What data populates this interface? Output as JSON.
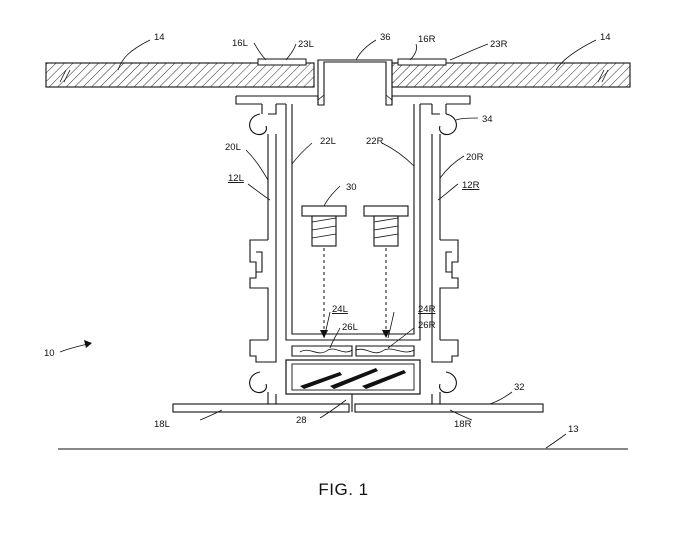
{
  "caption": "FIG. 1",
  "labels": {
    "l14_left": "14",
    "l14_right": "14",
    "l16L": "16L",
    "l23L": "23L",
    "l36": "36",
    "l16R": "16R",
    "l23R": "23R",
    "l34": "34",
    "l20L": "20L",
    "l22L": "22L",
    "l22R": "22R",
    "l20R": "20R",
    "l12L": "12L",
    "l12R": "12R",
    "l30": "30",
    "l24L": "24L",
    "l24R": "24R",
    "l26L": "26L",
    "l26R": "26R",
    "l10": "10",
    "l32": "32",
    "l18L": "18L",
    "l18R": "18R",
    "l28": "28",
    "l13": "13"
  }
}
